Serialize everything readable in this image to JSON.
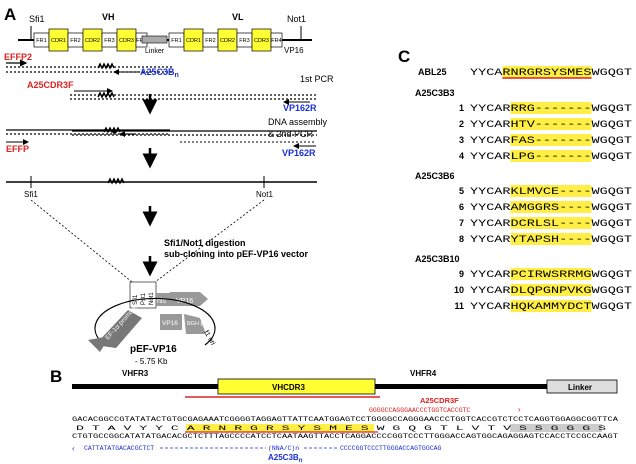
{
  "panels": {
    "a": "A",
    "b": "B",
    "c": "C"
  },
  "panel_a": {
    "sites": {
      "sfi1": "Sfi1",
      "not1": "Not1"
    },
    "domains": {
      "vh": "VH",
      "vl": "VL",
      "linker": "Linker",
      "vp16": "VP16"
    },
    "vh_boxes": [
      "FR1",
      "CDR1",
      "FR2",
      "CDR2",
      "FR3",
      "CDR3",
      "FR4"
    ],
    "vl_boxes": [
      "FR1",
      "CDR1",
      "FR2",
      "CDR2",
      "FR3",
      "CDR3",
      "FR4"
    ],
    "primers": {
      "effp2": "EFFP2",
      "a25c3bn": "A25C3B",
      "a25c3bn_sub": "n",
      "a25cdr3f": "A25CDR3F",
      "vp162r": "VP162R",
      "effp": "EFFP",
      "vp162r_b": "VP162R"
    },
    "steps": {
      "pcr1": "1st PCR",
      "assembly": "DNA assembly",
      "pcr2": "& 2nd PCR",
      "digest": "Sfi1/Not1 digestion",
      "subclone": "sub-cloning into pEF-VP16 vector"
    },
    "map_labels": {
      "sfi1": "Sfi1",
      "pst1": "Pst1",
      "not1": "Not1",
      "nls": "nls",
      "vp16box": "VP16",
      "promoter": "EF-1α promoter",
      "vp16arc": "VP16",
      "bgh": "BGH pA",
      "f1": "f1 ori"
    },
    "vector": {
      "name": "pEF-VP16",
      "size": "- 5.75 Kb"
    }
  },
  "panel_b": {
    "regions": {
      "vhfr3": "VHFR3",
      "vhcdr3": "VHCDR3",
      "vhfr4": "VHFR4",
      "linker": "Linker"
    },
    "primer_f_label": "A25CDR3F",
    "primer_f_seq": "GGGGCCAGGGAACCCTGGTCACCGTC",
    "top_strand": "GACACGGCCGTATATACTGTGCGAGAAATCGGGGTAGGAGTTATTCAATGGAGTCCTGGGGCCAGGGAACCCTGGTCACCGTCTCCTCAGGTGGAGGCGGTTCA",
    "aa_row": "D  T  A  V  Y  Y  C  A  R  N  R  G  R  S  Y  S  M  E  S  W  G  Q  G  T  L  V  T  V  S  S  G  G  G  S",
    "bottom_strand": "CTGTGCCGGCATATATGACACGCTCTTTAGCCCCATCCTCAATAAGTTACCTCAGGACCCCGGTCCCTTGGGACCAGTGGCAGAGGAGTCCACCTCCGCCAAGT",
    "reverse_primer_5": "CATTATATGACACGCTCT",
    "reverse_primer_mid": "(NNA/C)n",
    "reverse_primer_3": "CCCCGGTCCCTTGGGACCAGTGGCAG",
    "reverse_primer_label": "A25C3B",
    "reverse_primer_sub": "n"
  },
  "panel_c": {
    "groups": [
      {
        "title": "ABL25",
        "rows": [
          {
            "num": "",
            "pre": "YYCA",
            "cdr": "RNRGRSYSMES",
            "post": "WGQGT"
          }
        ]
      },
      {
        "title": "A25C3B3",
        "rows": [
          {
            "num": "1",
            "pre": "YYCAR",
            "cdr": "RRG-------",
            "post": "WGQGT"
          },
          {
            "num": "2",
            "pre": "YYCAR",
            "cdr": "HTV-------",
            "post": "WGQGT"
          },
          {
            "num": "3",
            "pre": "YYCAR",
            "cdr": "FAS-------",
            "post": "WGQGT"
          },
          {
            "num": "4",
            "pre": "YYCAR",
            "cdr": "LPG-------",
            "post": "WGQGT"
          }
        ]
      },
      {
        "title": "A25C3B6",
        "rows": [
          {
            "num": "5",
            "pre": "YYCAR",
            "cdr": "KLMVCE----",
            "post": "WGQGT"
          },
          {
            "num": "6",
            "pre": "YYCAR",
            "cdr": "AMGGRS----",
            "post": "WGQGT"
          },
          {
            "num": "7",
            "pre": "YYCAR",
            "cdr": "DCRLSL----",
            "post": "WGQGT"
          },
          {
            "num": "8",
            "pre": "YYCAR",
            "cdr": "YTAPSH----",
            "post": "WGQGT"
          }
        ]
      },
      {
        "title": "A25C3B10",
        "rows": [
          {
            "num": "9",
            "pre": "YYCAR",
            "cdr": "PCIRWSRRMG",
            "post": "WGQGT"
          },
          {
            "num": "10",
            "pre": "YYCAR",
            "cdr": "DLQPGNPVKG",
            "post": "WGQGT"
          },
          {
            "num": "11",
            "pre": "YYCAR",
            "cdr": "HQKAMMYDCT",
            "post": "WGQGT"
          }
        ]
      }
    ]
  },
  "colors": {
    "cdr_yellow": "#ffff33",
    "highlight_yellow": "#ffee44",
    "primer_red": "#dd2222",
    "primer_blue": "#1a2fd6",
    "gray_box": "#999999",
    "dark_gray": "#777777"
  }
}
